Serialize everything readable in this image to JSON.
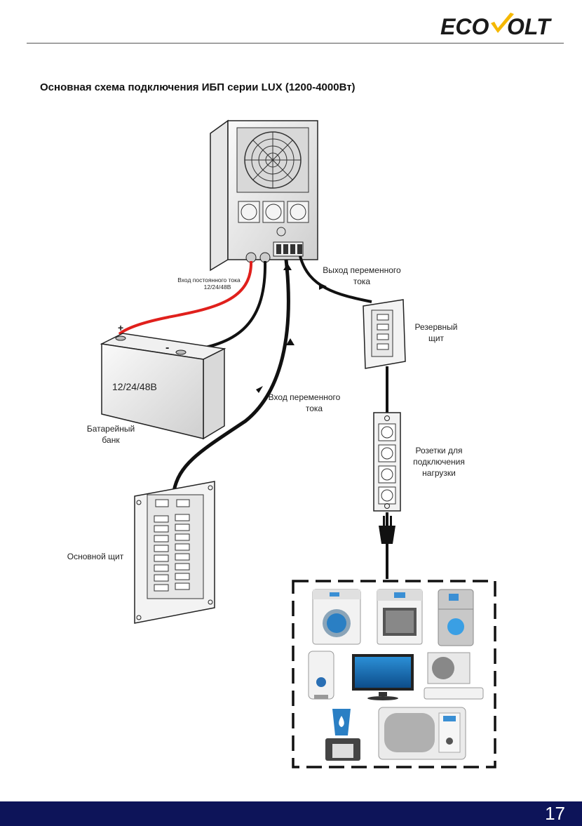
{
  "header": {
    "logo": {
      "left": "ECO",
      "right": "OLT",
      "check_color": "#f5b800"
    }
  },
  "page_title": "Основная схема подключения ИБП серии LUX (1200-4000Вт)",
  "diagram": {
    "labels": {
      "dc_input_line1": "Вход постоянного тока",
      "dc_input_line2": "12/24/48В",
      "battery_plus": "+",
      "battery_minus": "-",
      "battery_voltage": "12/24/48В",
      "battery_bank_line1": "Батарейный",
      "battery_bank_line2": "банк",
      "ac_output_line1": "Выход переменного",
      "ac_output_line2": "тока",
      "backup_panel_line1": "Резервный",
      "backup_panel_line2": "щит",
      "ac_input_line1": "Вход переменного",
      "ac_input_line2": "тока",
      "outlets_line1": "Розетки для",
      "outlets_line2": "подключения",
      "outlets_line3": "нагрузки",
      "main_panel": "Основной щит"
    },
    "appliances": [
      "washing-machine",
      "oven",
      "refrigerator",
      "water-heater",
      "tv",
      "air-conditioner",
      "water-cooler",
      "microwave"
    ],
    "colors": {
      "dc_positive_wire": "#e0201c",
      "wire": "#111111"
    }
  },
  "footer": {
    "page_number": "17",
    "bar_color": "#0d1459"
  }
}
